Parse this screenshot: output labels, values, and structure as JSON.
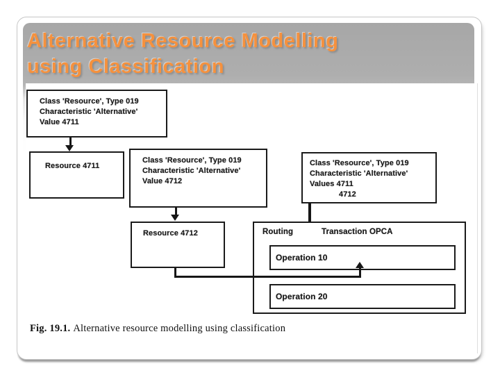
{
  "colors": {
    "title_orange": "#F5913E",
    "diagram_ink": "#1A1A1A",
    "header_gray": "#ABABAB"
  },
  "slide": {
    "title_line1": "Alternative Resource Modelling",
    "title_line2": "using Classification"
  },
  "diagram": {
    "box_class_4711": {
      "lines": [
        "Class 'Resource', Type 019",
        "Characteristic 'Alternative'",
        "Value 4711"
      ]
    },
    "box_resource_4711": {
      "label": "Resource 4711"
    },
    "box_class_4712": {
      "lines": [
        "Class 'Resource', Type 019",
        "Characteristic 'Alternative'",
        "Value 4712"
      ]
    },
    "box_resource_4712": {
      "label": "Resource 4712"
    },
    "box_class_values": {
      "lines": [
        "Class 'Resource', Type 019",
        "Characteristic 'Alternative'",
        "Values 4711"
      ],
      "extra_value": "4712"
    },
    "routing": {
      "label": "Routing",
      "transaction": "Transaction OPCA",
      "operation_1": "Operation 10",
      "operation_2": "Operation 20"
    }
  },
  "caption": {
    "label": "Fig. 19.1.",
    "text": "Alternative resource modelling using classification"
  }
}
